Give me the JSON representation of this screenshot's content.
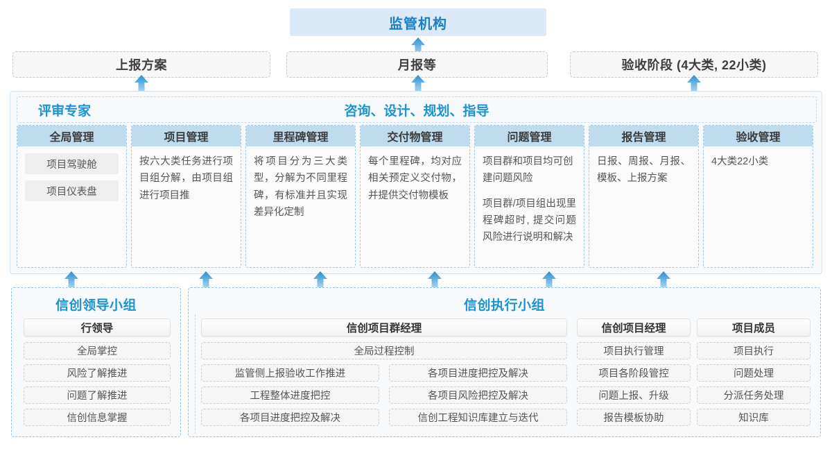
{
  "top": {
    "regulator": "监管机构",
    "channels": [
      {
        "label": "上报方案"
      },
      {
        "label": "月报等"
      },
      {
        "label": "验收阶段 (4大类, 22小类)"
      }
    ]
  },
  "middle": {
    "banner_left": "评审专家",
    "banner_center": "咨询、设计、规划、指导",
    "columns": [
      {
        "title": "全局管理",
        "pills": [
          "项目驾驶舱",
          "项目仪表盘"
        ],
        "paragraphs": []
      },
      {
        "title": "项目管理",
        "pills": [],
        "paragraphs": [
          "按六大类任务进行项目组分解，由项目组进行项目推"
        ]
      },
      {
        "title": "里程碑管理",
        "pills": [],
        "paragraphs": [
          "将项目分为三大类型，分解为不同里程碑，有标准并且实现差异化定制"
        ]
      },
      {
        "title": "交付物管理",
        "pills": [],
        "paragraphs": [
          "每个里程碑，均对应相关预定义交付物，并提供交付物模板"
        ]
      },
      {
        "title": "问题管理",
        "pills": [],
        "paragraphs": [
          "项目群和项目均可创建问题风险",
          "项目群/项目组出现里程碑超时, 提交问题风险进行说明和解决"
        ]
      },
      {
        "title": "报告管理",
        "pills": [],
        "paragraphs": [
          "日报、周报、月报、模板、上报方案"
        ]
      },
      {
        "title": "验收管理",
        "pills": [],
        "paragraphs": [
          "4大类22小类"
        ]
      }
    ]
  },
  "bottom": {
    "leader_group": {
      "title": "信创领导小组",
      "role": "行领导",
      "items": [
        "全局掌控",
        "风险了解推进",
        "问题了解推进",
        "信创信息掌握"
      ]
    },
    "exec_group": {
      "title": "信创执行小组",
      "roles": [
        {
          "name": "信创项目群经理",
          "full_width_item": "全局过程控制",
          "left_items": [
            "监管侧上报验收工作推进",
            "工程整体进度把控",
            "各项目进度把控及解决"
          ],
          "right_items": [
            "各项目进度把控及解决",
            "各项目风险把控及解决",
            "信创工程知识库建立与迭代"
          ]
        },
        {
          "name": "信创项目经理",
          "items": [
            "项目执行管理",
            "项目各阶段管控",
            "问题上报、升级",
            "报告模板协助"
          ]
        },
        {
          "name": "项目成员",
          "items": [
            "项目执行",
            "问题处理",
            "分派任务处理",
            "知识库"
          ]
        }
      ]
    }
  },
  "icons": {
    "arrow_up": "arrow-up-icon"
  },
  "colors": {
    "accent_blue": "#1b92d1",
    "header_fill": "#bfdcef",
    "top_node_fill": "#dce9f7",
    "arrow_top": "#2a8fd0",
    "arrow_bottom": "#a9d8f2"
  }
}
